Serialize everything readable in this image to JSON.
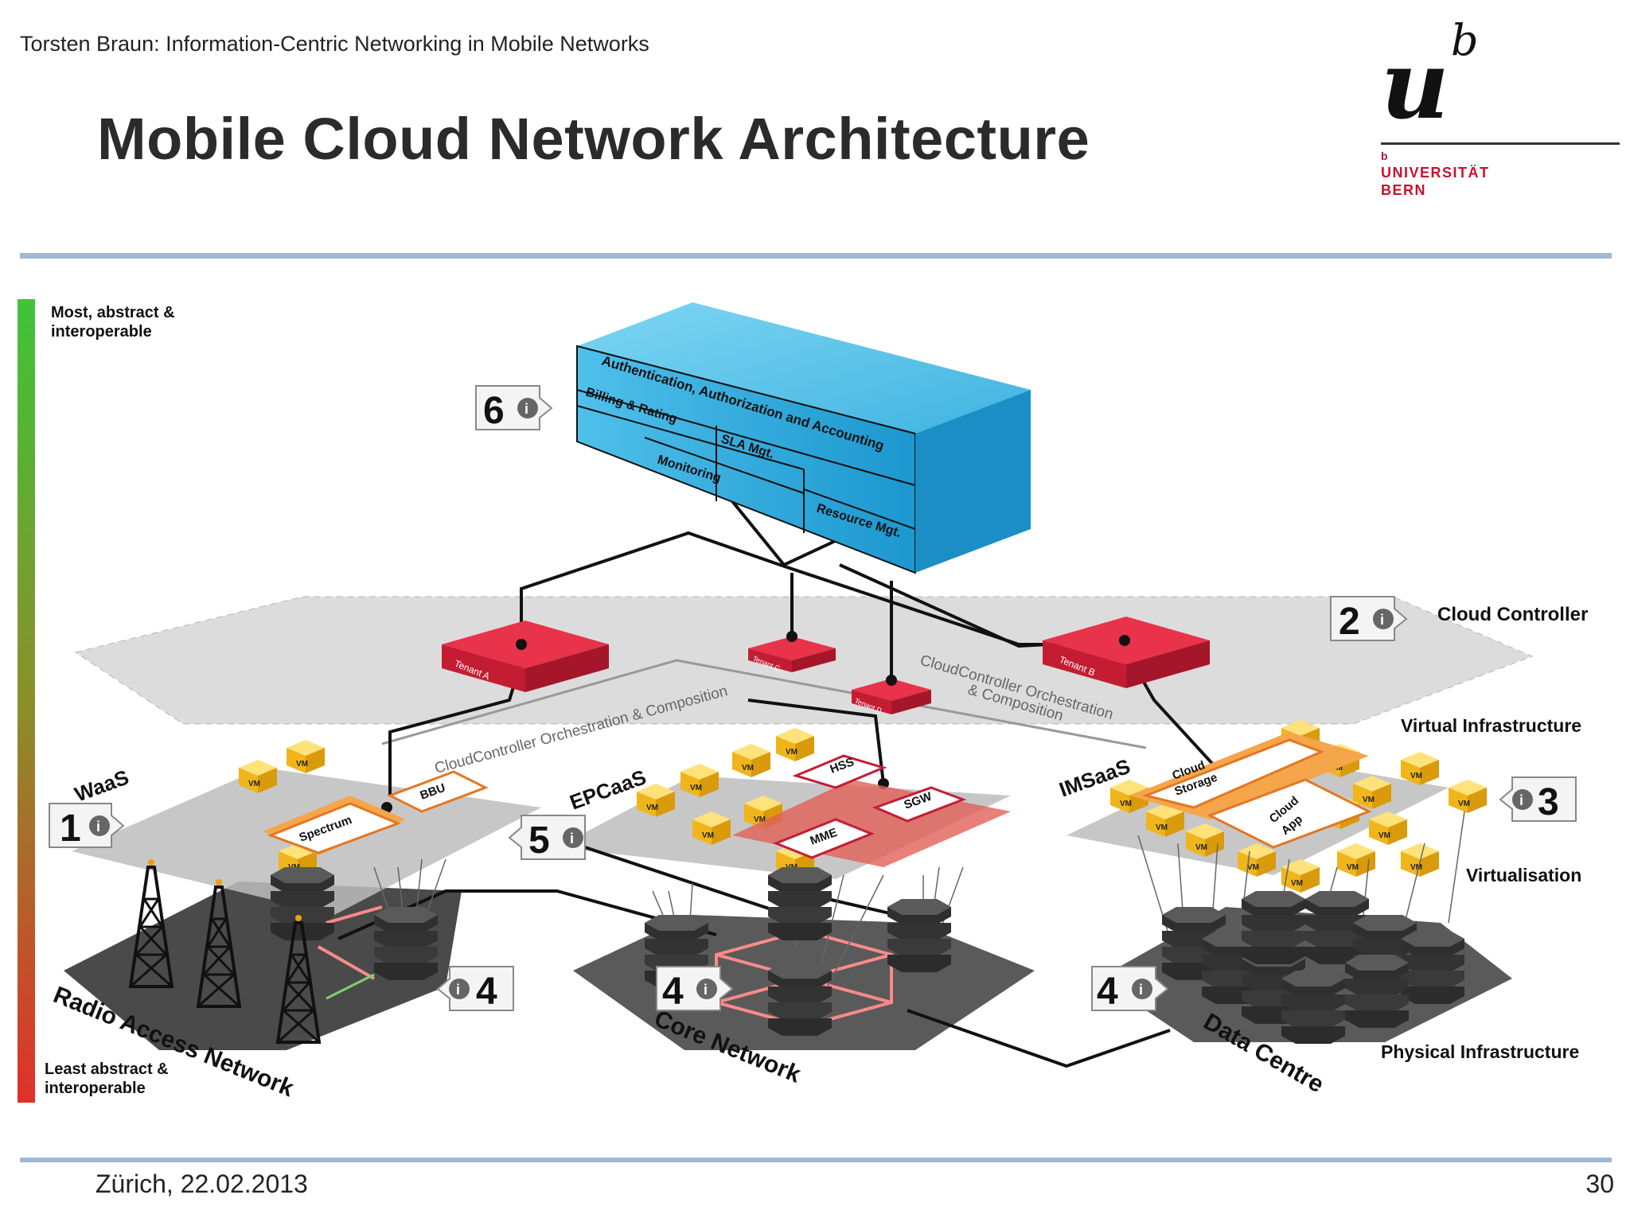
{
  "header": {
    "presenter_line": "Torsten Braun: Information-Centric Networking in Mobile Networks"
  },
  "slide": {
    "title": "Mobile Cloud Network Architecture"
  },
  "logo": {
    "u": "u",
    "b": "b",
    "small_b": "b",
    "university": "UNIVERSITÄT",
    "city": "BERN"
  },
  "footer": {
    "place_date": "Zürich, 22.02.2013",
    "page_number": "30"
  },
  "diagram": {
    "scale": {
      "top_label_1": "Most, abstract &",
      "top_label_2": "interoperable",
      "bottom_label_1": "Least abstract &",
      "bottom_label_2": "interoperable",
      "top_color": "#3ec43a",
      "bottom_color": "#e0302a"
    },
    "service_box": {
      "aaa": "Authentication, Authorization and Accounting",
      "billing": "Billing & Rating",
      "sla": "SLA Mgt.",
      "monitoring": "Monitoring",
      "resource": "Resource Mgt."
    },
    "tenants": {
      "a": "Tenant A",
      "b": "Tenant B",
      "c": "Tenant C",
      "d": "Tenant D"
    },
    "cloud_controller": "Cloud Controller",
    "orchestration_1": "CloudController Orchestration & Composition",
    "orchestration_2a": "CloudController Orchestration",
    "orchestration_2b": "& Composition",
    "layers": {
      "virtual_infrastructure": "Virtual Infrastructure",
      "virtualisation": "Virtualisation",
      "physical_infrastructure": "Physical Infrastructure"
    },
    "services": {
      "waas": "WaaS",
      "epcaas": "EPCaaS",
      "imsaas": "IMSaaS"
    },
    "components": {
      "spectrum": "Spectrum",
      "bbu": "BBU",
      "hss": "HSS",
      "sgw": "SGW",
      "mme": "MME",
      "cloud_storage_1": "Cloud",
      "cloud_storage_2": "Storage",
      "cloud_app_1": "Cloud",
      "cloud_app_2": "App",
      "vm": "VM"
    },
    "domains": {
      "ran": "Radio Access Network",
      "core": "Core Network",
      "dc": "Data Centre"
    },
    "callouts": {
      "n1": "1",
      "n2": "2",
      "n3": "3",
      "n4a": "4",
      "n4b": "4",
      "n4c": "4",
      "n5": "5",
      "n6": "6",
      "info": "i"
    },
    "colors": {
      "cloud_blue": "#3fb3e0",
      "tenant_red": "#d11f36",
      "vm_yellow": "#f3c21b",
      "platform_gray": "#c9c9c9",
      "server_dark": "#3c3c3c"
    }
  }
}
